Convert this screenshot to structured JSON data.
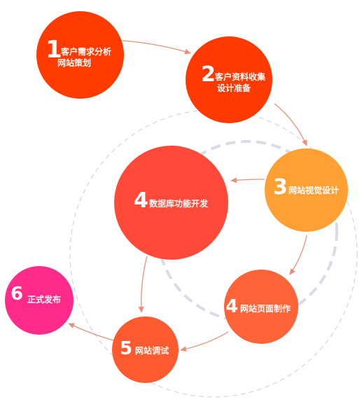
{
  "colors": {
    "step1": "#ff3b00",
    "step2": "#ff3a00",
    "step3": "#ffa035",
    "step4a": "#ff4a3a",
    "step4b": "#ff6438",
    "step5": "#ff5a30",
    "step6": "#ff2b8a",
    "arrow": "#e8907a",
    "ring_dashed_light": "#d0d0d0",
    "ring_dashed_blue": "#d8dbe6"
  },
  "steps": [
    {
      "id": "s1",
      "num": "1",
      "line1": "客户需求分析",
      "line2": "网站策划"
    },
    {
      "id": "s2",
      "num": "2",
      "line1": "客户资料收集",
      "line2": "设计准备"
    },
    {
      "id": "s3",
      "num": "3",
      "line1": "网站视觉设计"
    },
    {
      "id": "s4a",
      "num": "4",
      "line1": "数据库功能开发"
    },
    {
      "id": "s4b",
      "num": "4",
      "line1": "网站页面制作"
    },
    {
      "id": "s5",
      "num": "5",
      "line1": "网站调试"
    },
    {
      "id": "s6",
      "num": "6",
      "line1": "正式发布"
    }
  ]
}
